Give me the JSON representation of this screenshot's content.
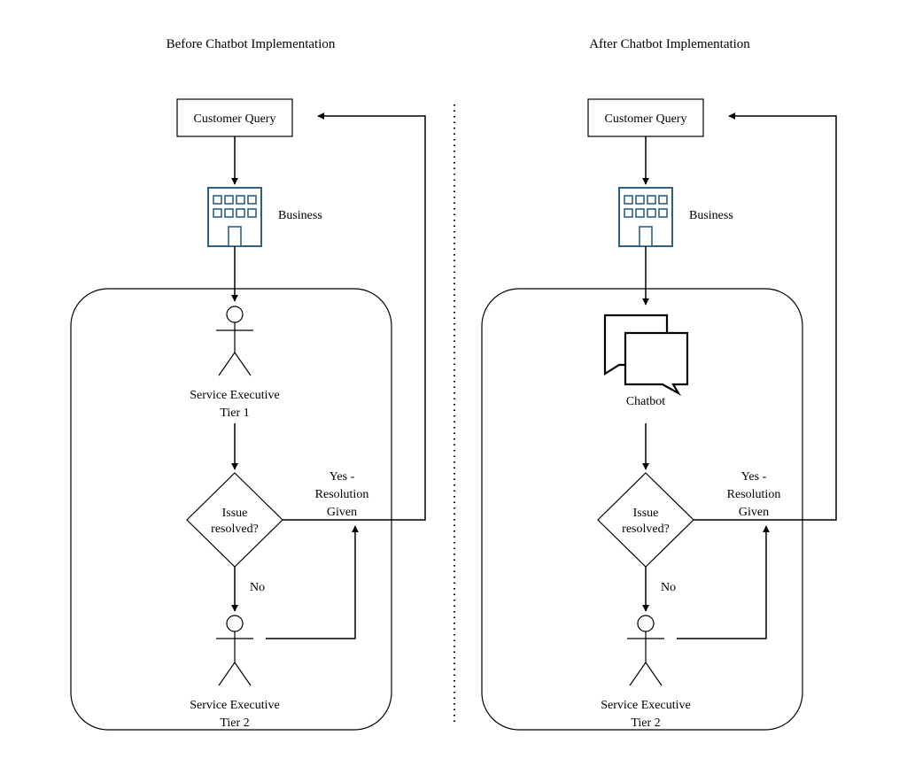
{
  "before": {
    "title": "Before Chatbot Implementation",
    "customer_query": "Customer Query",
    "business": "Business",
    "executive_tier1": [
      "Service Executive",
      "Tier 1"
    ],
    "decision": [
      "Issue",
      "resolved?"
    ],
    "yes_label": [
      "Yes -",
      "Resolution",
      "Given"
    ],
    "no_label": "No",
    "executive_tier2": [
      "Service Executive",
      "Tier 2"
    ]
  },
  "after": {
    "title": "After Chatbot Implementation",
    "customer_query": "Customer Query",
    "business": "Business",
    "chatbot": "Chatbot",
    "decision": [
      "Issue",
      "resolved?"
    ],
    "yes_label": [
      "Yes -",
      "Resolution",
      "Given"
    ],
    "no_label": "No",
    "executive_tier2": [
      "Service Executive",
      "Tier 2"
    ]
  },
  "colors": {
    "line": "#000000",
    "building": "#2f5f82",
    "background": "#ffffff"
  },
  "icons": [
    "building-icon",
    "person-icon",
    "chat-bubbles-icon",
    "arrow-icon"
  ]
}
